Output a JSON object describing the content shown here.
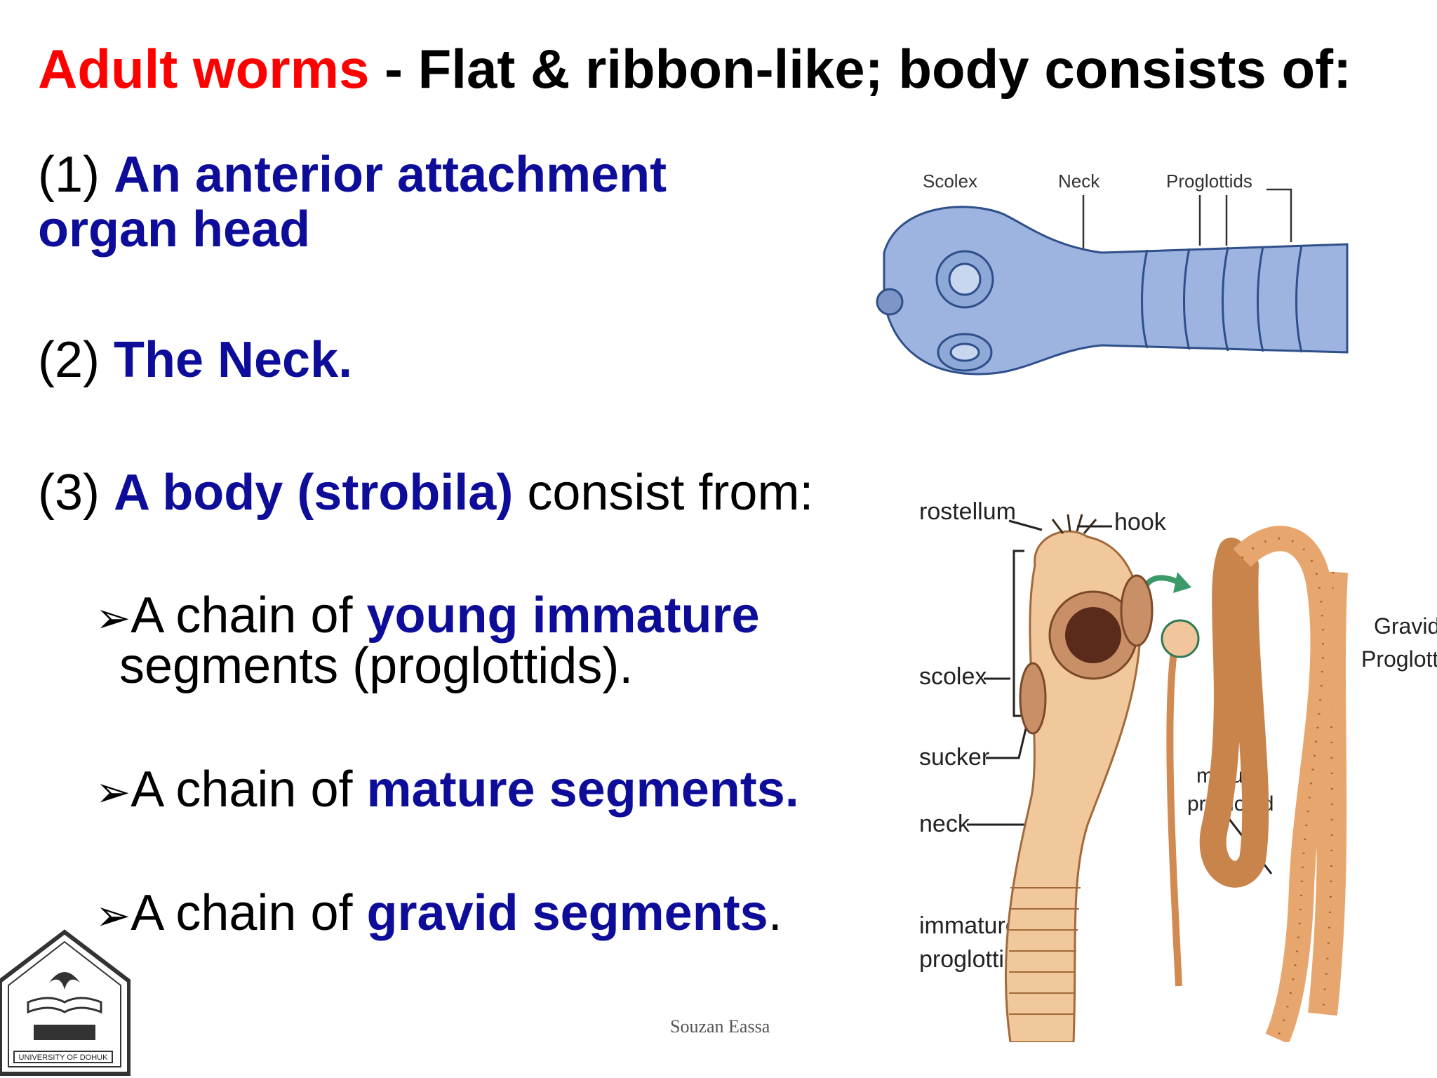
{
  "title": {
    "highlight": "Adult worms",
    "rest": " - Flat & ribbon-like; body consists of:"
  },
  "items": [
    {
      "num": "(1) ",
      "bold": "An anterior attachment",
      "bold2": "organ head"
    },
    {
      "num": "(2) ",
      "bold": "The Neck."
    },
    {
      "num": "(3) ",
      "bold": "A body (strobila)",
      "tail": " consist from:"
    }
  ],
  "bullets": [
    {
      "marker": "➢",
      "pre": "A chain of ",
      "bold": "young immature",
      "line2": "segments (proglottids)."
    },
    {
      "marker": "➢",
      "pre": "A chain of ",
      "bold": "mature segments."
    },
    {
      "marker": "➢",
      "pre": "A chain of ",
      "bold": "gravid segments",
      "post": "."
    }
  ],
  "diagram1": {
    "labels": [
      "Scolex",
      "Neck",
      "Proglottids"
    ]
  },
  "diagram2": {
    "labels": [
      "rostellum",
      "hook",
      "scolex",
      "sucker",
      "neck",
      "immature",
      "proglottid",
      "mature",
      "proglottid",
      "Gravid",
      "Proglottid"
    ]
  },
  "logo": {
    "text": "UNIVERSITY OF DOHUK"
  },
  "footer": {
    "author": "Souzan Eassa"
  },
  "colors": {
    "highlight": "#ff0000",
    "emphasis": "#0d0d9a"
  }
}
